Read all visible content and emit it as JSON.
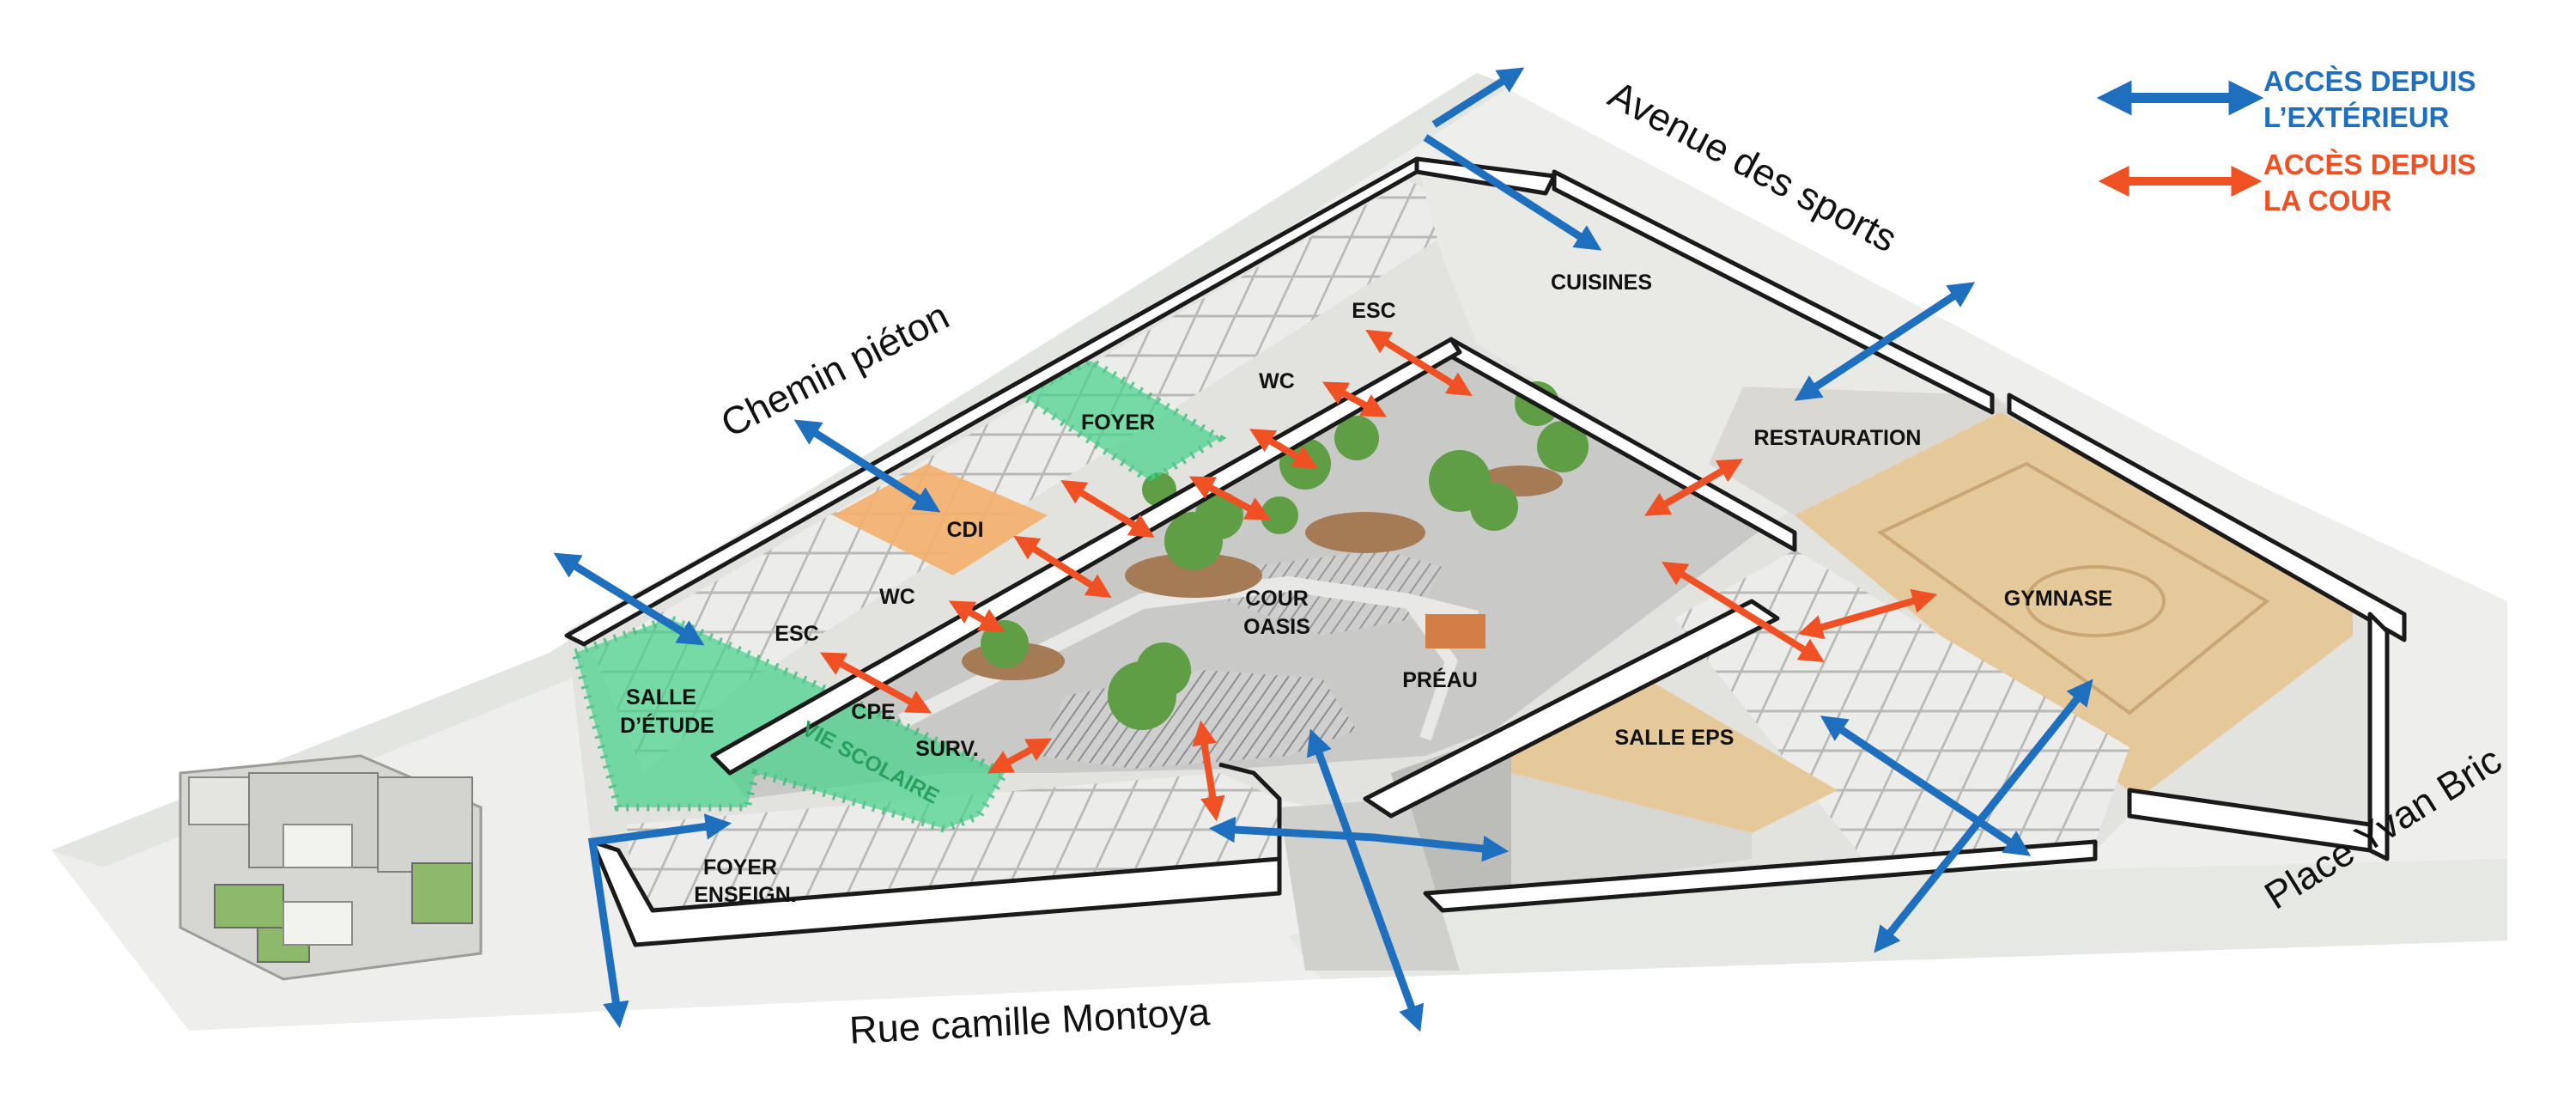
{
  "legend": {
    "exterior_line1": "ACCÈS DEPUIS",
    "exterior_line2": "L’EXTÉRIEUR",
    "courtyard_line1": "ACCÈS DEPUIS",
    "courtyard_line2": "LA COUR"
  },
  "colors": {
    "exterior_access": "#1f6fbf",
    "courtyard_access": "#ef5125",
    "vie_scolaire": "#44d38a",
    "cdi": "#f5b06b",
    "sports_floor": "#e6c99b"
  },
  "streets": {
    "avenue": "Avenue des sports",
    "chemin": "Chemin piéton",
    "rue": "Rue camille Montoya",
    "place": "Place Yvan Bric"
  },
  "rooms": {
    "cuisines": "CUISINES",
    "esc_top": "ESC",
    "wc_top": "WC",
    "foyer": "FOYER",
    "restauration": "RESTAURATION",
    "cdi": "CDI",
    "wc_left": "WC",
    "cour_line1": "COUR",
    "cour_line2": "OASIS",
    "esc_left": "ESC",
    "gymnase": "GYMNASE",
    "preau": "PRÉAU",
    "salle_etude_line1": "SALLE",
    "salle_etude_line2": "D’ÉTUDE",
    "cpe": "CPE",
    "surv": "SURV.",
    "salle_eps": "SALLE EPS",
    "vie_scolaire": "VIE SCOLAIRE",
    "foyer_ens_line1": "FOYER",
    "foyer_ens_line2": "ENSEIGN."
  }
}
